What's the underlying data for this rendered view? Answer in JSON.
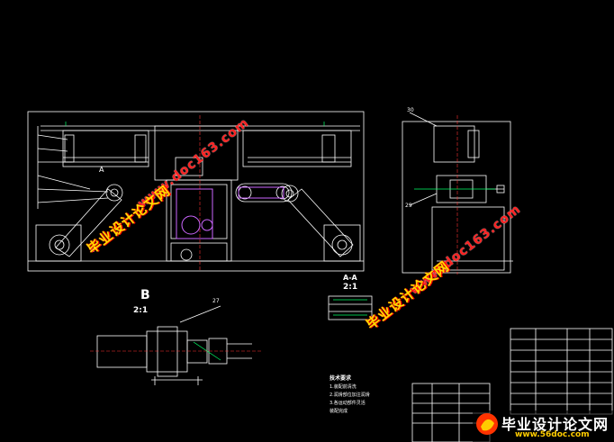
{
  "drawing": {
    "section_aa_label": "A-A",
    "section_aa_scale": "2:1",
    "detail_b_label": "B",
    "detail_b_scale": "2:1",
    "leader_27": "27",
    "view_mark_a": "A",
    "view_mark_b": "B",
    "leader_29": "29",
    "leader_30": "30",
    "notes_title": "技术要求",
    "notes": [
      "1.装配前清洗",
      "2.润滑部位加注润滑",
      "3.各运动部件灵活",
      "装配完成"
    ]
  },
  "watermarks": {
    "url": "www.doc163.com",
    "cn": "毕业设计论文网"
  },
  "brand": {
    "cn": "毕业设计论文网",
    "url": "www.56doc.com"
  },
  "colors": {
    "background": "#000000",
    "line": "#ffffff",
    "dim_line": "#00ff66",
    "center_line": "#ff3333",
    "part_highlight": "#cc66ff",
    "watermark_url": "#ff2222",
    "watermark_cn": "#ffdd00"
  }
}
